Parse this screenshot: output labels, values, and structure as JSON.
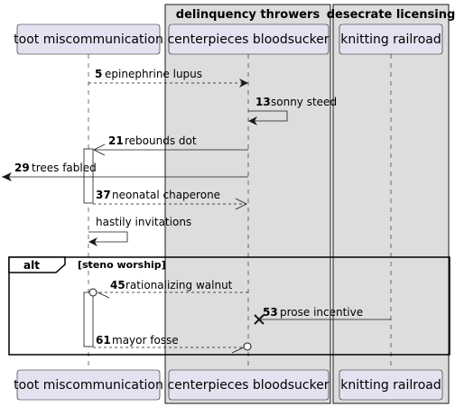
{
  "boxes": [
    {
      "title": "delinquency throwers"
    },
    {
      "title": "desecrate licensing"
    }
  ],
  "participants": [
    {
      "label": "toot miscommunication"
    },
    {
      "label": "centerpieces bloodsucker"
    },
    {
      "label": "knitting railroad"
    }
  ],
  "messages": [
    {
      "num": "5",
      "text": "epinephrine lupus"
    },
    {
      "num": "13",
      "text": "sonny steed"
    },
    {
      "num": "21",
      "text": "rebounds dot"
    },
    {
      "num": "29",
      "text": "trees fabled"
    },
    {
      "num": "37",
      "text": "neonatal chaperone"
    },
    {
      "num": "",
      "text": "hastily invitations"
    },
    {
      "num": "45",
      "text": "rationalizing walnut"
    },
    {
      "num": "53",
      "text": "prose incentive"
    },
    {
      "num": "61",
      "text": "mayor fosse"
    }
  ],
  "fragment": {
    "keyword": "alt",
    "guard": "[steno worship]"
  }
}
